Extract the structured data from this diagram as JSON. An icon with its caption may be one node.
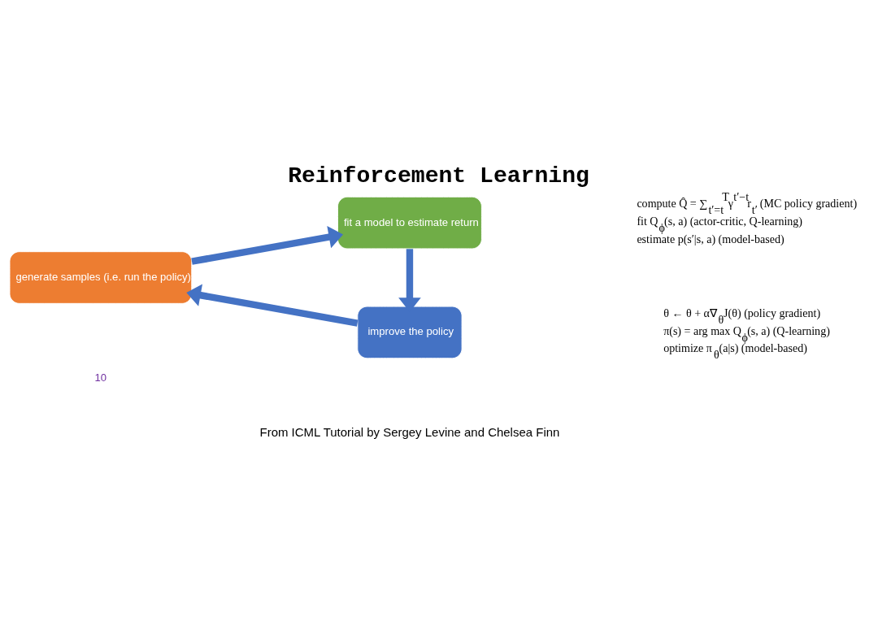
{
  "diagram": {
    "title": "Reinforcement Learning",
    "nodes": [
      {
        "text": [
          "generate samples (i.e. run the policy)"
        ]
      },
      {
        "text": [
          "fit a model to estimate return"
        ],
        "beside": [
          "compute Q̂ = ∑$_{t′=t}$$^{T}$γ$^{t′−t}$r$_{t′}$ (MC policy gradient)",
          "fit Q$_{ϕ}$(s, a) (actor-critic, Q-learning)",
          "estimate p(s′|s, a) (model-based)"
        ]
      },
      {
        "text": [
          "improve the policy"
        ],
        "beside": [
          "θ ← θ + α∇$_{θ}$J(θ) (policy gradient)",
          "π(s) = arg max Q$_{ϕ}$(s, a) (Q-learning)",
          "optimize π$_{θ}$(a|s) (model-based)"
        ]
      }
    ],
    "edges": [
      {
        "from": 0,
        "to": 1,
        "arrow": "to"
      },
      {
        "from": 1,
        "to": 2,
        "arrow": "to"
      },
      {
        "from": 2,
        "to": 0,
        "arrow": "to"
      }
    ],
    "labels": [
      "From ICML Tutorial by Sergey Levine and Chelsea Finn",
      "10"
    ]
  }
}
